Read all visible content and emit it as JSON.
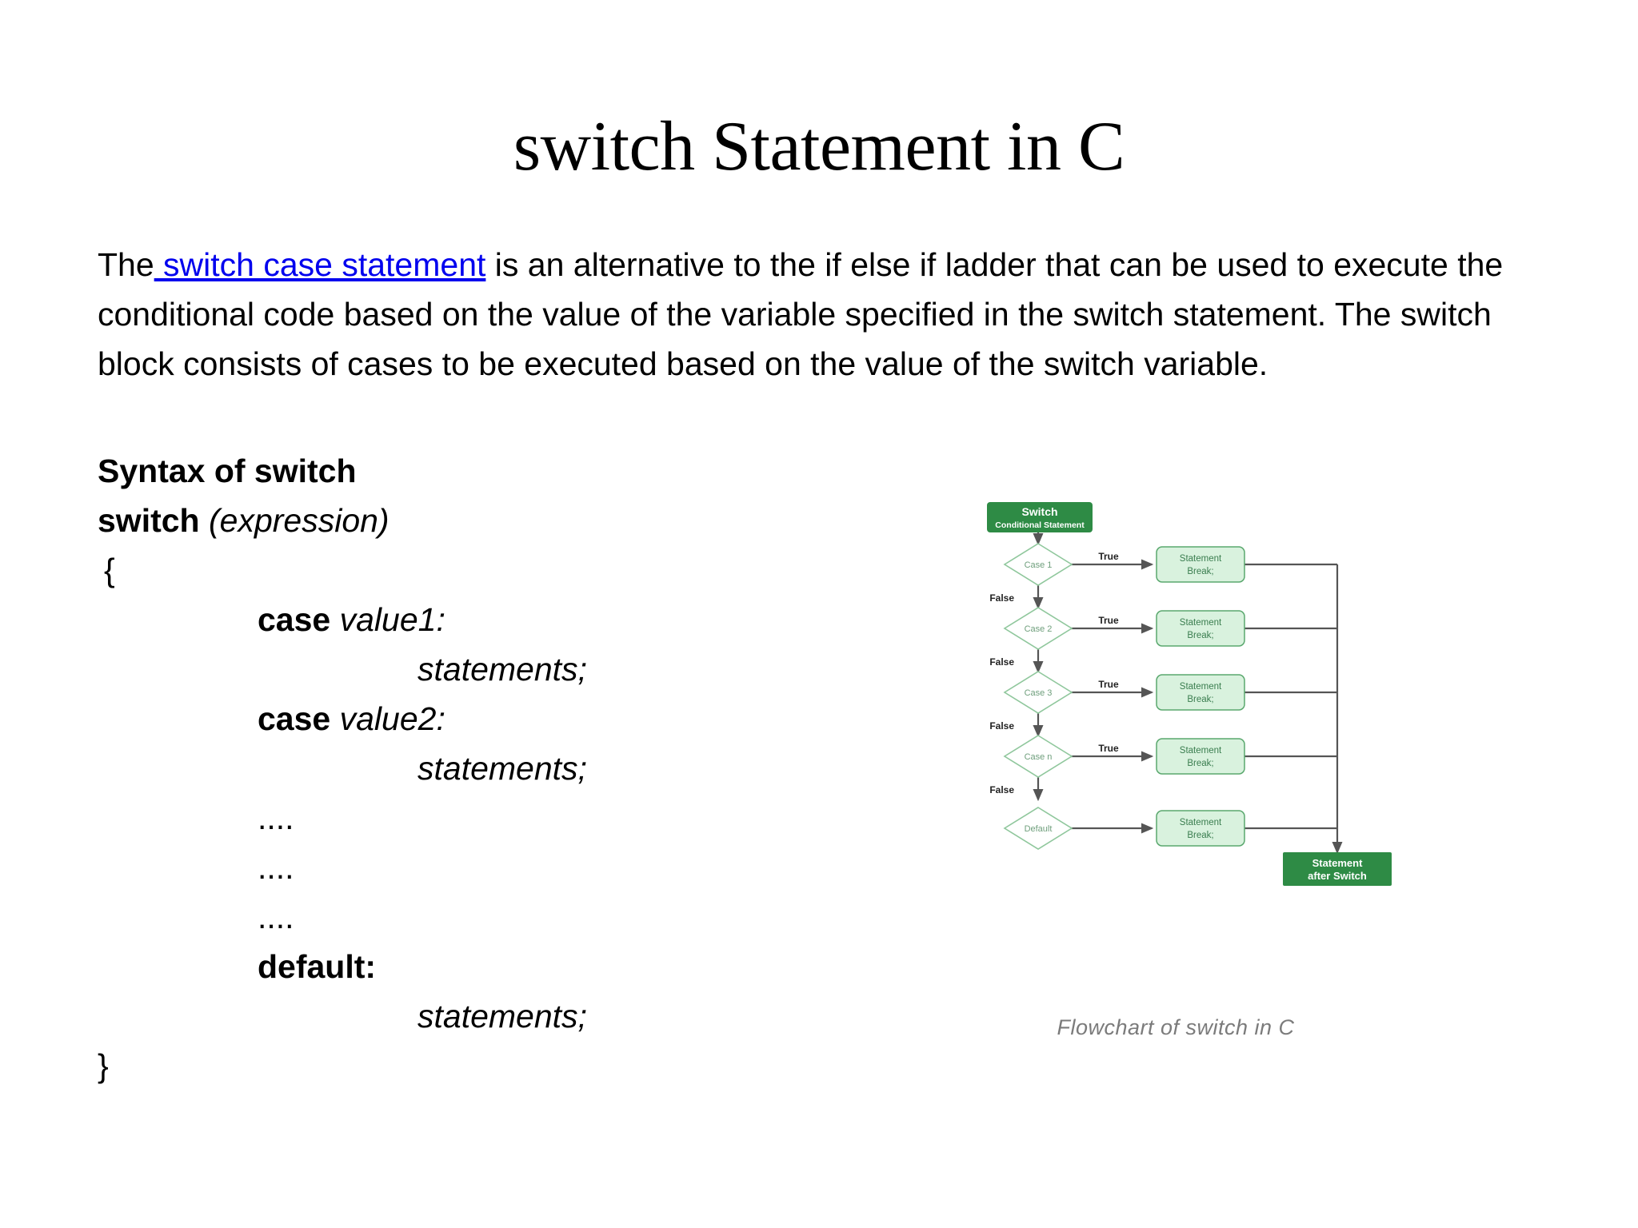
{
  "slide": {
    "title": "switch Statement in C"
  },
  "intro": {
    "before_link": "The",
    "link_text": " switch case statement",
    "after_link": " is an alternative to the if else if ladder that can be used to execute the conditional code based on the value of the variable specified in the switch statement. The switch block consists of cases to be executed based on the value of the switch variable."
  },
  "syntax": {
    "heading": "Syntax of switch",
    "switch_keyword": "switch",
    "expression": "(expression)",
    "brace_open": "{",
    "brace_close": "}",
    "case_keyword": "case",
    "case1_value": "value1:",
    "case2_value": "value2:",
    "statements": "statements;",
    "ellipsis": "....",
    "default_label": "default:"
  },
  "flowchart": {
    "caption": "Flowchart of switch in C",
    "start_node": {
      "line1": "Switch",
      "line2": "Conditional Statement"
    },
    "end_node": {
      "line1": "Statement",
      "line2": "after Switch"
    },
    "true_label": "True",
    "false_label": "False",
    "rows": [
      {
        "decision": "Case 1",
        "true_label": "True",
        "false_label": "False",
        "action_line1": "Statement",
        "action_line2": "Break;"
      },
      {
        "decision": "Case 2",
        "true_label": "True",
        "false_label": "False",
        "action_line1": "Statement",
        "action_line2": "Break;"
      },
      {
        "decision": "Case 3",
        "true_label": "True",
        "false_label": "False",
        "action_line1": "Statement",
        "action_line2": "Break;"
      },
      {
        "decision": "Case n",
        "true_label": "True",
        "false_label": "False",
        "action_line1": "Statement",
        "action_line2": "Break;"
      },
      {
        "decision": "Default",
        "true_label": "",
        "false_label": "",
        "action_line1": "Statement",
        "action_line2": "Break;"
      }
    ],
    "colors": {
      "terminal_fill": "#2e8b45",
      "terminal_text": "#ffffff",
      "process_fill": "#d9f2de",
      "process_stroke": "#5aa86e",
      "process_text": "#3a7d4f",
      "decision_stroke": "#8fc79c",
      "decision_text": "#6f9f7c",
      "connector": "#555555",
      "label_text": "#222222",
      "caption_text": "#7b7b7b"
    }
  }
}
